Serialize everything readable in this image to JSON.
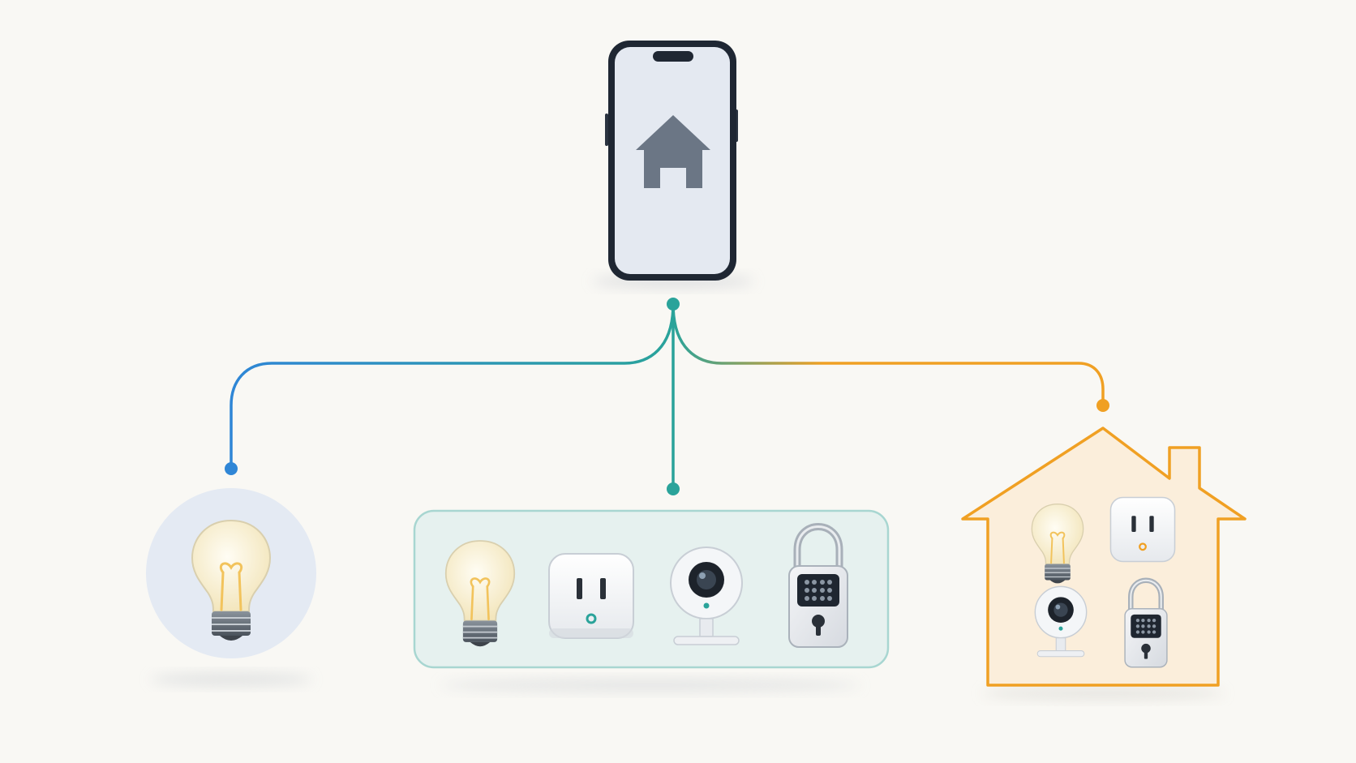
{
  "diagram": {
    "hub": {
      "icon": "smartphone-home-app-icon"
    },
    "branches": [
      {
        "id": "single-device",
        "color": "#2f86d6",
        "icons": [
          "light-bulb-icon"
        ]
      },
      {
        "id": "device-group",
        "color": "#2aa39a",
        "icons": [
          "light-bulb-icon",
          "smart-plug-icon",
          "security-camera-icon",
          "smart-lock-icon"
        ]
      },
      {
        "id": "whole-home",
        "color": "#f0a023",
        "icons": [
          "light-bulb-icon",
          "smart-plug-icon",
          "security-camera-icon",
          "smart-lock-icon"
        ]
      }
    ],
    "colors": {
      "background": "#f9f8f4",
      "phone_frame": "#1f2733",
      "phone_screen": "#e4e9f1",
      "home_glyph": "#6b7685",
      "blue": "#2f86d6",
      "teal": "#2aa39a",
      "orange": "#f0a023",
      "bulb_glass": "#fbf3da",
      "filament": "#f2c35c"
    }
  }
}
